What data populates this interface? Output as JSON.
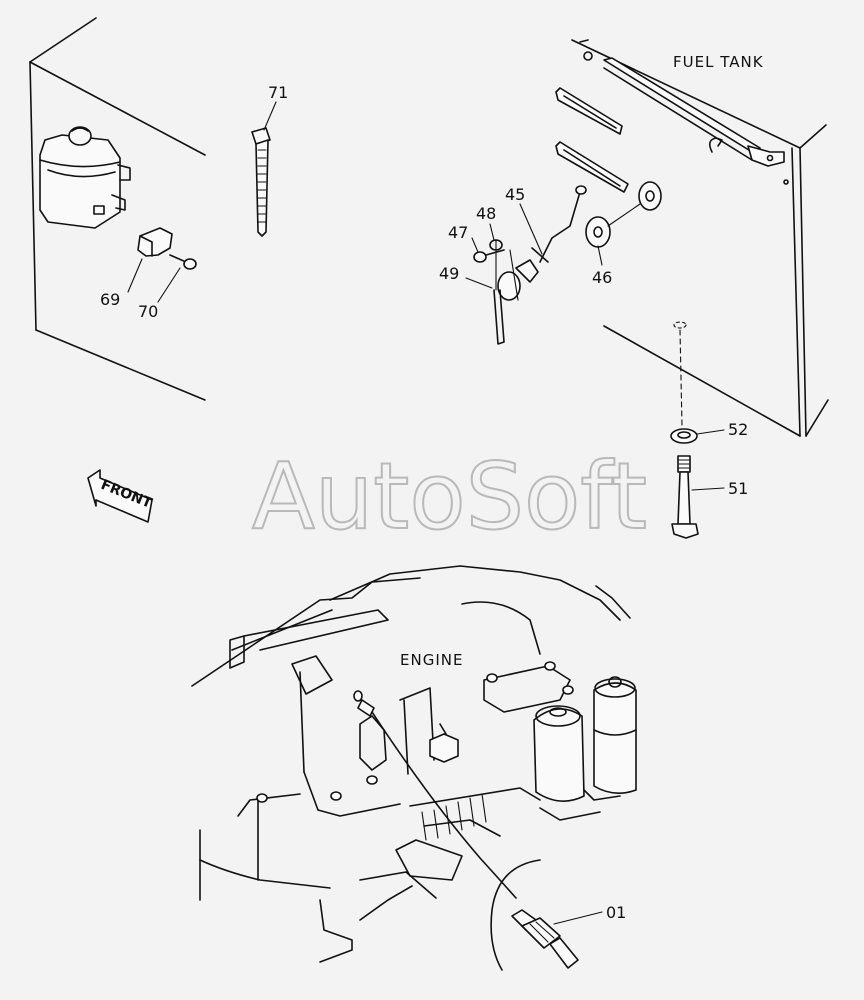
{
  "labels": {
    "fuel_tank": "FUEL TANK",
    "engine": "ENGINE",
    "front": "FRONT",
    "watermark": "AutoSoft"
  },
  "callouts": {
    "p01": "01",
    "p45": "45",
    "p46": "46",
    "p47": "47",
    "p48": "48",
    "p49": "49",
    "p51": "51",
    "p52": "52",
    "p69": "69",
    "p70": "70",
    "p71": "71"
  }
}
